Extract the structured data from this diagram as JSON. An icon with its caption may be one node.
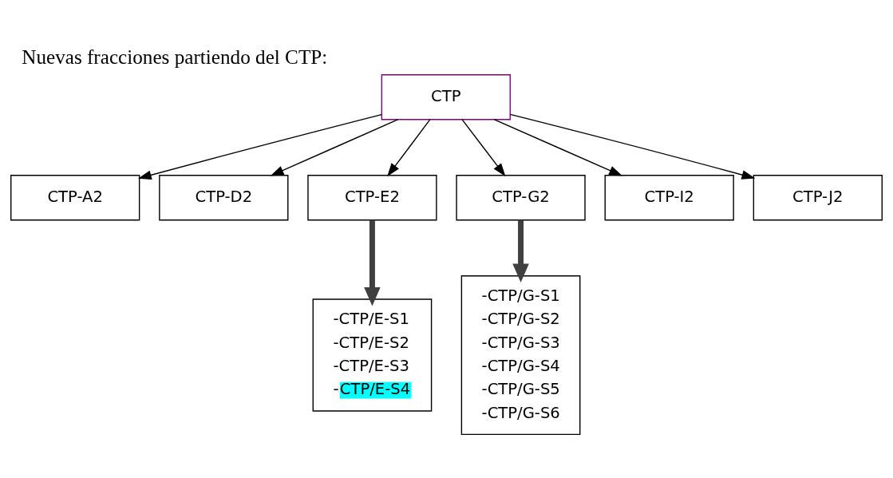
{
  "diagram": {
    "title": "Nuevas fracciones partiendo del CTP:",
    "nodes": [
      {
        "text": [
          "CTP"
        ]
      },
      {
        "text": [
          "CTP-A2"
        ]
      },
      {
        "text": [
          "CTP-D2"
        ]
      },
      {
        "text": [
          "CTP-E2"
        ]
      },
      {
        "text": [
          "CTP-G2"
        ]
      },
      {
        "text": [
          "CTP-I2"
        ]
      },
      {
        "text": [
          "CTP-J2"
        ]
      },
      {
        "text": [
          "-CTP/E-S1",
          "-CTP/E-S2",
          "-CTP/E-S3",
          "-CTP/E-S4"
        ]
      },
      {
        "text": [
          "-CTP/G-S1",
          "-CTP/G-S2",
          "-CTP/G-S3",
          "-CTP/G-S4",
          "-CTP/G-S5",
          "-CTP/G-S6"
        ]
      }
    ],
    "edges": [
      {
        "from": 0,
        "to": 1,
        "arrow": "to"
      },
      {
        "from": 0,
        "to": 2,
        "arrow": "to"
      },
      {
        "from": 0,
        "to": 3,
        "arrow": "to"
      },
      {
        "from": 0,
        "to": 4,
        "arrow": "to"
      },
      {
        "from": 0,
        "to": 5,
        "arrow": "to"
      },
      {
        "from": 0,
        "to": 6,
        "arrow": "to"
      },
      {
        "from": 3,
        "to": 7,
        "arrow": "to",
        "style": "thick",
        "color": "#404040"
      },
      {
        "from": 4,
        "to": 8,
        "arrow": "to",
        "style": "thick",
        "color": "#404040"
      }
    ]
  }
}
